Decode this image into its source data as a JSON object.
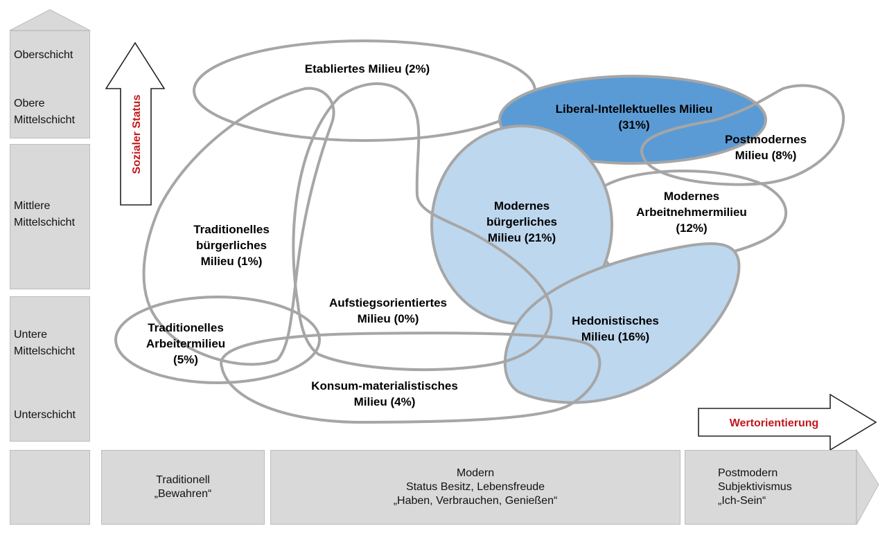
{
  "strata": [
    {
      "id": "oberschicht",
      "lines": [
        "Oberschicht"
      ]
    },
    {
      "id": "obere-mittelschicht",
      "lines": [
        "Obere",
        "Mittelschicht"
      ]
    },
    {
      "id": "mittlere-mittelschicht",
      "lines": [
        "Mittlere",
        "Mittelschicht"
      ]
    },
    {
      "id": "untere-mittelschicht",
      "lines": [
        "Untere",
        "Mittelschicht"
      ]
    },
    {
      "id": "unterschicht",
      "lines": [
        "Unterschicht"
      ]
    }
  ],
  "axes": {
    "vertical_label": "Sozialer Status",
    "horizontal_label": "Wertorientierung",
    "label_color": "#c0171d"
  },
  "value_band": [
    {
      "id": "traditionell",
      "lines": [
        "Traditionell",
        "„Bewahren“"
      ]
    },
    {
      "id": "modern",
      "lines": [
        "Modern",
        "Status Besitz, Lebensfreude",
        "„Haben, Verbrauchen, Genießen“"
      ]
    },
    {
      "id": "postmodern",
      "lines": [
        "Postmodern",
        "Subjektivismus",
        "„Ich-Sein“"
      ]
    }
  ],
  "milieus": [
    {
      "id": "etabliertes",
      "lines": [
        "Etabliertes Milieu (2%)"
      ],
      "share_pct": 2
    },
    {
      "id": "liberal-intellektuelles",
      "lines": [
        "Liberal-Intellektuelles Milieu",
        "(31%)"
      ],
      "share_pct": 31,
      "fill": "#5b9bd5"
    },
    {
      "id": "postmodernes",
      "lines": [
        "Postmodernes",
        "Milieu (8%)"
      ],
      "share_pct": 8
    },
    {
      "id": "modernes-buergerliches",
      "lines": [
        "Modernes",
        "bürgerliches",
        "Milieu (21%)"
      ],
      "share_pct": 21,
      "fill": "#bdd7ee"
    },
    {
      "id": "modernes-arbeitnehmermilieu",
      "lines": [
        "Modernes",
        "Arbeitnehmermilieu",
        "(12%)"
      ],
      "share_pct": 12
    },
    {
      "id": "traditionelles-buergerliches",
      "lines": [
        "Traditionelles",
        "bürgerliches",
        "Milieu  (1%)"
      ],
      "share_pct": 1
    },
    {
      "id": "aufstiegsorientiertes",
      "lines": [
        "Aufstiegsorientiertes",
        "Milieu (0%)"
      ],
      "share_pct": 0
    },
    {
      "id": "hedonistisches",
      "lines": [
        "Hedonistisches",
        "Milieu (16%)"
      ],
      "share_pct": 16,
      "fill": "#bdd7ee"
    },
    {
      "id": "traditionelles-arbeitermilieu",
      "lines": [
        "Traditionelles",
        "Arbeitermilieu",
        "(5%)"
      ],
      "share_pct": 5
    },
    {
      "id": "konsum-materialistisches",
      "lines": [
        "Konsum-materialistisches",
        "Milieu (4%)"
      ],
      "share_pct": 4
    }
  ],
  "colors": {
    "outline": "#a6a6a6",
    "band_fill": "#d9d9d9"
  }
}
